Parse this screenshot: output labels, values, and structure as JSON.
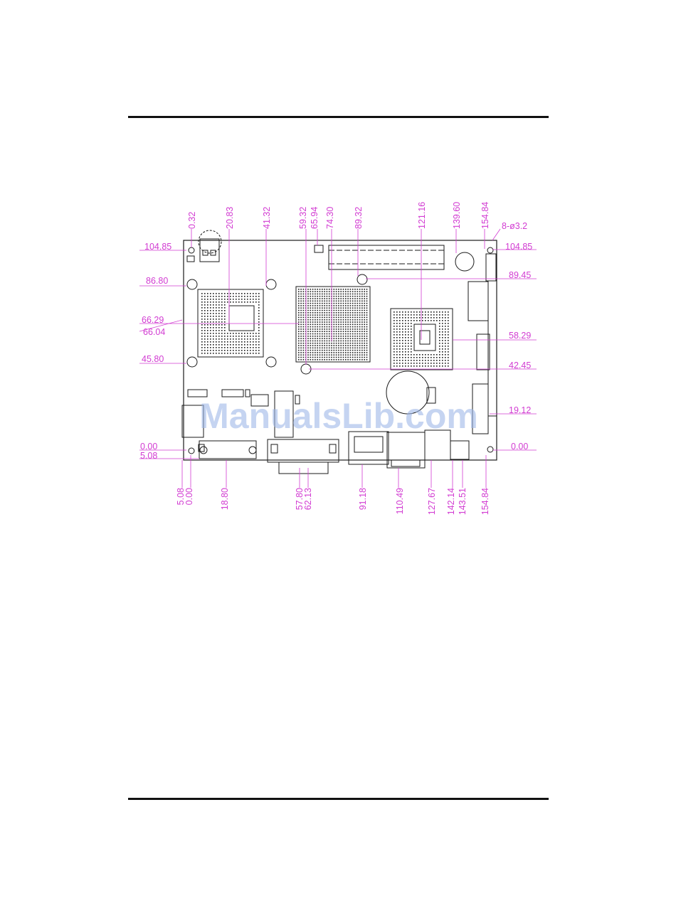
{
  "colors": {
    "dimension": "#d23cd2",
    "board_outline": "#1a1a1a",
    "watermark": "#9fb8e8"
  },
  "top_dims": [
    "0.32",
    "20.83",
    "41.32",
    "59.32",
    "65.94",
    "74.30",
    "89.32",
    "121.16",
    "139.60",
    "154.84"
  ],
  "bottom_dims": [
    "5.08",
    "0.00",
    "18.80",
    "57.80",
    "62.13",
    "91.18",
    "110.49",
    "127.67",
    "142.14",
    "143.51",
    "154.84"
  ],
  "left_dims": [
    "104.85",
    "86.80",
    "66.29",
    "66.04",
    "45.80",
    "0.00",
    "5.08"
  ],
  "right_dims": [
    "8-ø3.2",
    "104.85",
    "89.45",
    "58.29",
    "42.45",
    "19.12",
    "0.00"
  ],
  "watermark": "ManualsLib.com"
}
